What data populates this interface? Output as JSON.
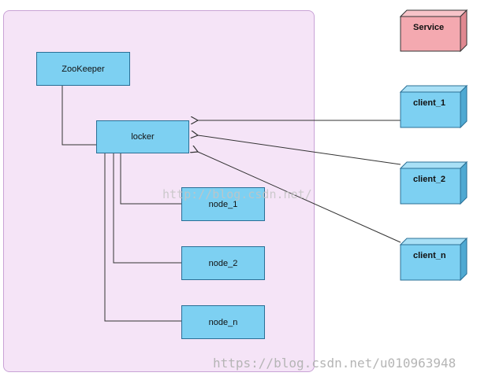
{
  "diagram": {
    "nodes": {
      "zookeeper": "ZooKeeper",
      "locker": "locker",
      "node_1": "node_1",
      "node_2": "node_2",
      "node_n": "node_n"
    },
    "externals": {
      "service": "Service",
      "client_1": "client_1",
      "client_2": "client_2",
      "client_n": "client_n"
    }
  },
  "watermarks": {
    "center": "http://blog.csdn.net/",
    "bottom": "https://blog.csdn.net/u010963948"
  },
  "colors": {
    "container_fill": "#f5e4f7",
    "node_fill": "#7dd0f2",
    "service_fill": "#f4a9b0",
    "client_fill": "#7dd0f2"
  }
}
